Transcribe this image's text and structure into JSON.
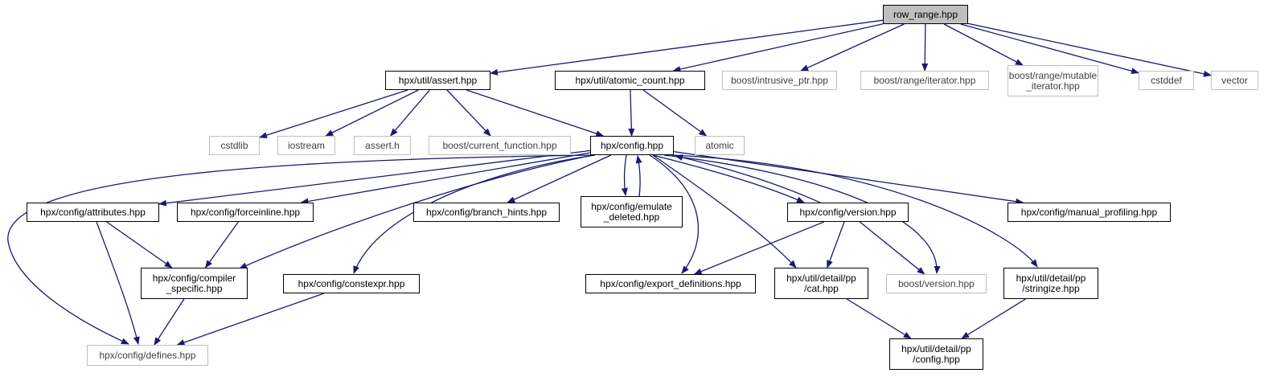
{
  "nodes": [
    {
      "id": "root",
      "label": "row_range.hpp",
      "kind": "root"
    },
    {
      "id": "assert",
      "label": "hpx/util/assert.hpp",
      "kind": "doc"
    },
    {
      "id": "atomic_count",
      "label": "hpx/util/atomic_count.hpp",
      "kind": "doc"
    },
    {
      "id": "intrusive",
      "label": "boost/intrusive_ptr.hpp",
      "kind": "ext"
    },
    {
      "id": "range_iter",
      "label": "boost/range/iterator.hpp",
      "kind": "ext"
    },
    {
      "id": "range_mut",
      "label": "boost/range/mutable\n_iterator.hpp",
      "kind": "ext"
    },
    {
      "id": "cstddef",
      "label": "cstddef",
      "kind": "ext"
    },
    {
      "id": "vector",
      "label": "vector",
      "kind": "ext"
    },
    {
      "id": "cstdlib",
      "label": "cstdlib",
      "kind": "ext"
    },
    {
      "id": "iostream",
      "label": "iostream",
      "kind": "ext"
    },
    {
      "id": "assert_h",
      "label": "assert.h",
      "kind": "ext"
    },
    {
      "id": "current_function",
      "label": "boost/current_function.hpp",
      "kind": "ext"
    },
    {
      "id": "config",
      "label": "hpx/config.hpp",
      "kind": "doc"
    },
    {
      "id": "atomic",
      "label": "atomic",
      "kind": "ext"
    },
    {
      "id": "attributes",
      "label": "hpx/config/attributes.hpp",
      "kind": "doc"
    },
    {
      "id": "forceinline",
      "label": "hpx/config/forceinline.hpp",
      "kind": "doc"
    },
    {
      "id": "branch_hints",
      "label": "hpx/config/branch_hints.hpp",
      "kind": "doc"
    },
    {
      "id": "emulate_deleted",
      "label": "hpx/config/emulate\n_deleted.hpp",
      "kind": "doc"
    },
    {
      "id": "version",
      "label": "hpx/config/version.hpp",
      "kind": "doc"
    },
    {
      "id": "manual_profiling",
      "label": "hpx/config/manual_profiling.hpp",
      "kind": "doc"
    },
    {
      "id": "compiler_specific",
      "label": "hpx/config/compiler\n_specific.hpp",
      "kind": "doc"
    },
    {
      "id": "constexpr",
      "label": "hpx/config/constexpr.hpp",
      "kind": "doc"
    },
    {
      "id": "export_definitions",
      "label": "hpx/config/export_definitions.hpp",
      "kind": "doc"
    },
    {
      "id": "pp_cat",
      "label": "hpx/util/detail/pp\n/cat.hpp",
      "kind": "doc"
    },
    {
      "id": "boost_version",
      "label": "boost/version.hpp",
      "kind": "ext"
    },
    {
      "id": "pp_stringize",
      "label": "hpx/util/detail/pp\n/stringize.hpp",
      "kind": "doc"
    },
    {
      "id": "defines",
      "label": "hpx/config/defines.hpp",
      "kind": "ext"
    },
    {
      "id": "pp_config",
      "label": "hpx/util/detail/pp\n/config.hpp",
      "kind": "doc"
    }
  ]
}
